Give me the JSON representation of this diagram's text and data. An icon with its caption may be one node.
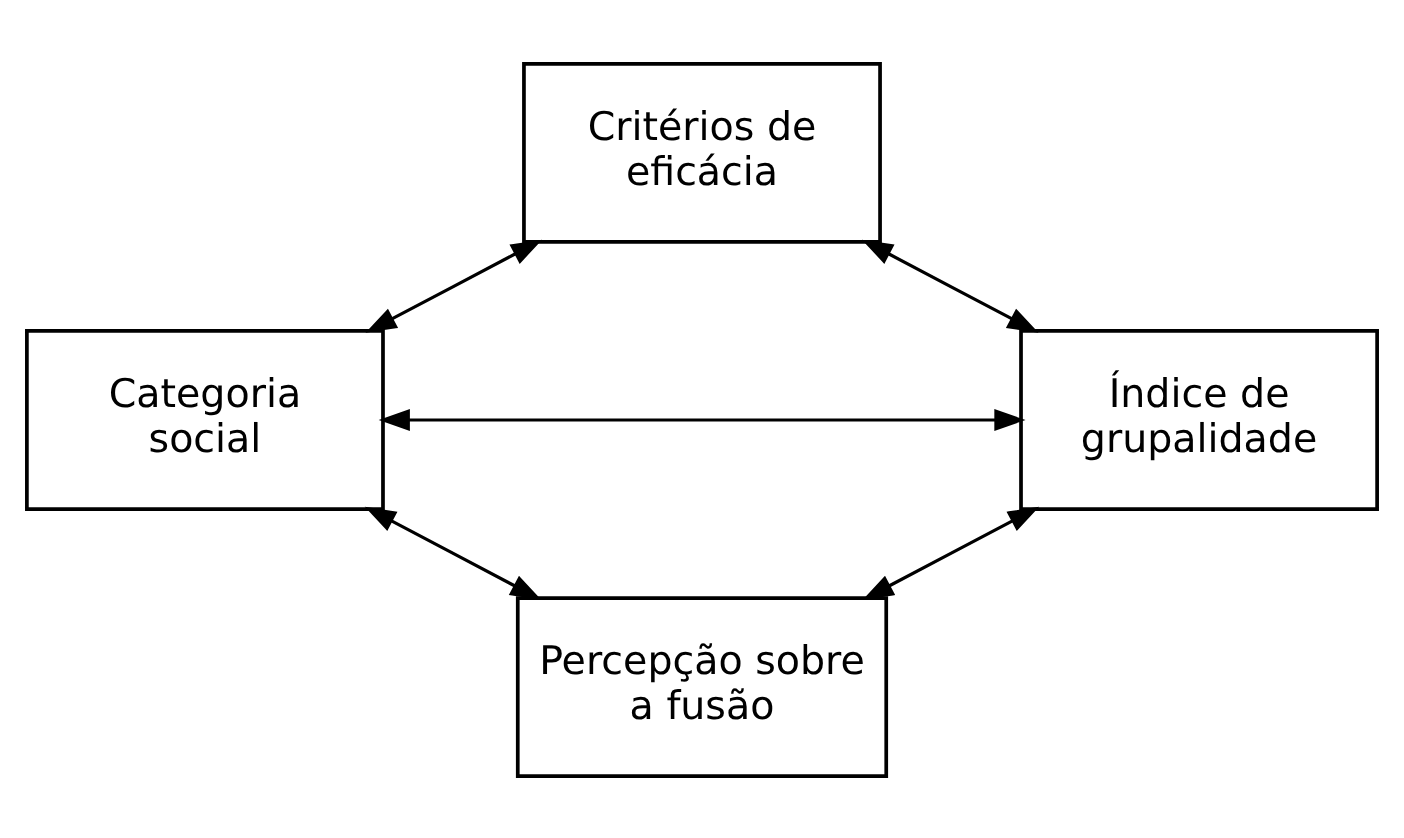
{
  "diagram": {
    "nodes": [
      {
        "text": [
          "Critérios de eficácia"
        ]
      },
      {
        "text": [
          "Categoria social"
        ]
      },
      {
        "text": [
          "Índice de grupalidade"
        ]
      },
      {
        "text": [
          "Percepção sobre a fusão"
        ]
      }
    ],
    "edges": [
      {
        "from": 1,
        "to": 0,
        "arrow": "both"
      },
      {
        "from": 0,
        "to": 2,
        "arrow": "both"
      },
      {
        "from": 1,
        "to": 2,
        "arrow": "both"
      },
      {
        "from": 1,
        "to": 3,
        "arrow": "both"
      },
      {
        "from": 3,
        "to": 2,
        "arrow": "both"
      }
    ]
  }
}
